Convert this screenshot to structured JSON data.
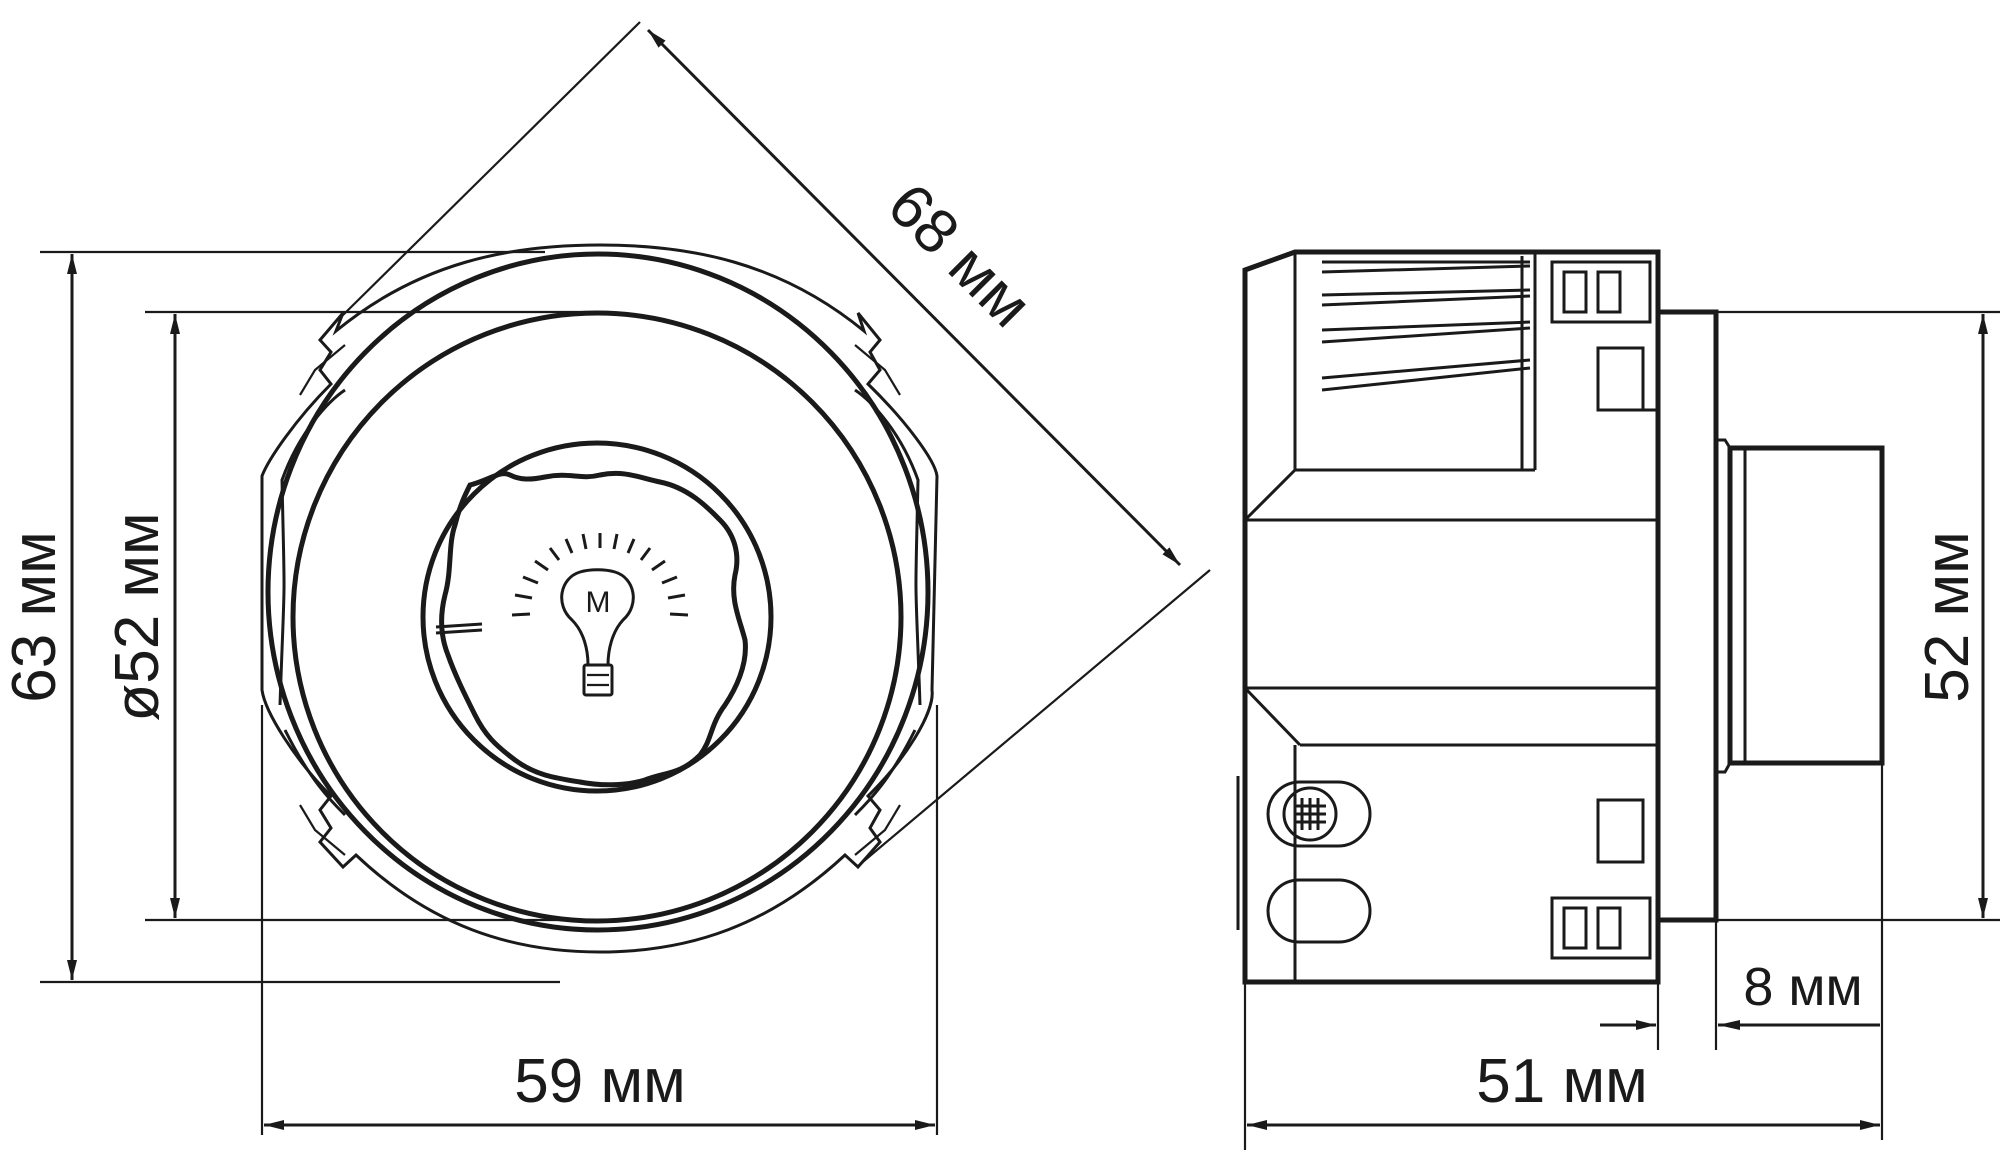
{
  "dimensions": {
    "diag": "68 мм",
    "height_outer": "63 мм",
    "diameter": "ø52 мм",
    "width_front": "59 мм",
    "height_side": "52 мм",
    "depth_knob": "8 мм",
    "depth_total": "51 мм"
  },
  "icons": {
    "lamp": "light-bulb-icon",
    "lamp_letter": "M"
  },
  "colors": {
    "line": "#1a1a1a",
    "background": "#ffffff"
  }
}
